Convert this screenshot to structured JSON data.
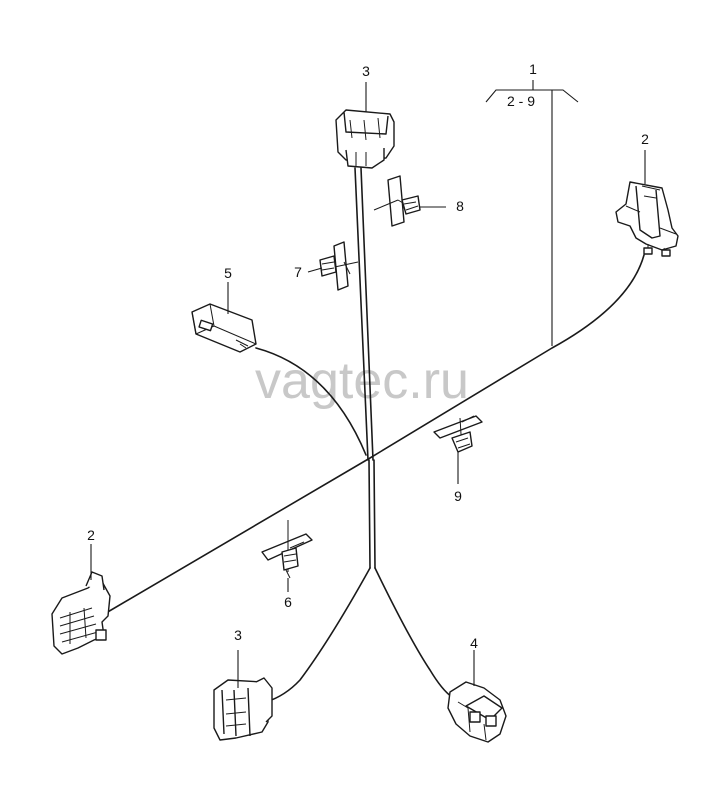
{
  "watermark": "vagtec.ru",
  "callouts": {
    "group_number": "1",
    "group_range": "2 - 9",
    "connector_upper_right": "2",
    "connector_left": "2",
    "connector_top": "3",
    "connector_bottom_left": "3",
    "connector_bottom_right": "4",
    "connector_sensor": "5",
    "clip_lower": "6",
    "clip_upper_left": "7",
    "clip_upper_right": "8",
    "clip_right": "9"
  }
}
